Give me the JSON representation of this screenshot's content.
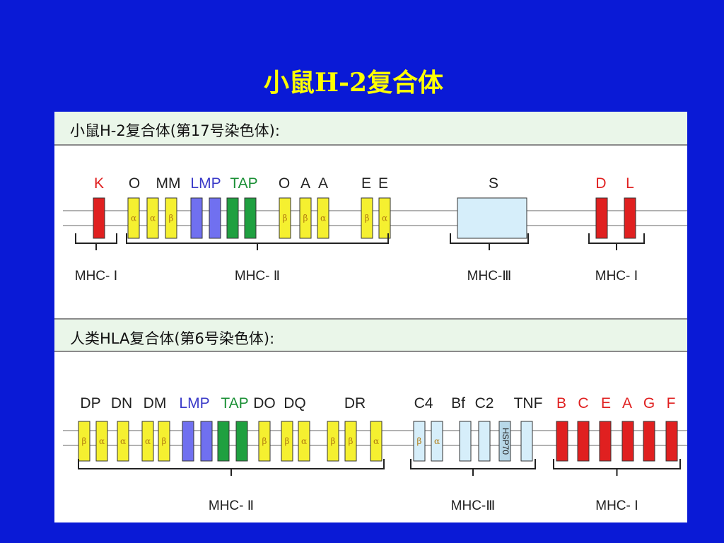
{
  "title": "小鼠H-2复合体",
  "colors": {
    "background": "#0a1ad6",
    "title": "#ffff00",
    "class_I": "#e02020",
    "class_II_alpha_beta": "#f5f030",
    "LMP": "#7070f0",
    "TAP": "#1fa040",
    "class_III": "#d6eefa"
  },
  "mouse": {
    "header": "小鼠H-2复合体(第17号染色体):",
    "labels": [
      {
        "text": "K",
        "color": "#e02020"
      },
      {
        "text": "O",
        "color": "#222222"
      },
      {
        "text": "MM",
        "color": "#222222"
      },
      {
        "text": "LMP",
        "color": "#3a3ac8"
      },
      {
        "text": "TAP",
        "color": "#1a8f35"
      },
      {
        "text": "O",
        "color": "#222222"
      },
      {
        "text": "A",
        "color": "#222222"
      },
      {
        "text": "A",
        "color": "#222222"
      },
      {
        "text": "E",
        "color": "#222222"
      },
      {
        "text": "E",
        "color": "#222222"
      },
      {
        "text": "S",
        "color": "#222222"
      },
      {
        "text": "D",
        "color": "#e02020"
      },
      {
        "text": "L",
        "color": "#e02020"
      }
    ],
    "genes": [
      {
        "glyph": "",
        "color": "#e02020"
      },
      {
        "glyph": "α",
        "color": "#f5f030"
      },
      {
        "glyph": "α",
        "color": "#f5f030"
      },
      {
        "glyph": "β",
        "color": "#f5f030"
      },
      {
        "glyph": "",
        "color": "#7070f0"
      },
      {
        "glyph": "",
        "color": "#7070f0"
      },
      {
        "glyph": "",
        "color": "#1fa040"
      },
      {
        "glyph": "",
        "color": "#1fa040"
      },
      {
        "glyph": "β",
        "color": "#f5f030"
      },
      {
        "glyph": "β",
        "color": "#f5f030"
      },
      {
        "glyph": "α",
        "color": "#f5f030"
      },
      {
        "glyph": "β",
        "color": "#f5f030"
      },
      {
        "glyph": "α",
        "color": "#f5f030"
      },
      {
        "glyph": "",
        "color": "#d6eefa"
      },
      {
        "glyph": "",
        "color": "#e02020"
      },
      {
        "glyph": "",
        "color": "#e02020"
      }
    ],
    "brackets": [
      "MHC- Ⅰ",
      "MHC- Ⅱ",
      "MHC-Ⅲ",
      "MHC- Ⅰ"
    ]
  },
  "human": {
    "header": "人类HLA复合体(第6号染色体):",
    "labels": [
      {
        "text": "DP",
        "color": "#222222"
      },
      {
        "text": "DN",
        "color": "#222222"
      },
      {
        "text": "DM",
        "color": "#222222"
      },
      {
        "text": "LMP",
        "color": "#3a3ac8"
      },
      {
        "text": "TAP",
        "color": "#1a8f35"
      },
      {
        "text": "DO",
        "color": "#222222"
      },
      {
        "text": "DQ",
        "color": "#222222"
      },
      {
        "text": "DR",
        "color": "#222222"
      },
      {
        "text": "C4",
        "color": "#222222"
      },
      {
        "text": "Bf",
        "color": "#222222"
      },
      {
        "text": "C2",
        "color": "#222222"
      },
      {
        "text": "TNF",
        "color": "#222222"
      },
      {
        "text": "B",
        "color": "#e02020"
      },
      {
        "text": "C",
        "color": "#e02020"
      },
      {
        "text": "E",
        "color": "#e02020"
      },
      {
        "text": "A",
        "color": "#e02020"
      },
      {
        "text": "G",
        "color": "#e02020"
      },
      {
        "text": "F",
        "color": "#e02020"
      }
    ],
    "genes": [
      {
        "glyph": "β",
        "color": "#f5f030"
      },
      {
        "glyph": "α",
        "color": "#f5f030"
      },
      {
        "glyph": "α",
        "color": "#f5f030"
      },
      {
        "glyph": "α",
        "color": "#f5f030"
      },
      {
        "glyph": "β",
        "color": "#f5f030"
      },
      {
        "glyph": "",
        "color": "#7070f0"
      },
      {
        "glyph": "",
        "color": "#7070f0"
      },
      {
        "glyph": "",
        "color": "#1fa040"
      },
      {
        "glyph": "",
        "color": "#1fa040"
      },
      {
        "glyph": "β",
        "color": "#f5f030"
      },
      {
        "glyph": "β",
        "color": "#f5f030"
      },
      {
        "glyph": "α",
        "color": "#f5f030"
      },
      {
        "glyph": "β",
        "color": "#f5f030"
      },
      {
        "glyph": "β",
        "color": "#f5f030"
      },
      {
        "glyph": "α",
        "color": "#f5f030"
      },
      {
        "glyph": "β",
        "color": "#d6eefa"
      },
      {
        "glyph": "α",
        "color": "#d6eefa"
      },
      {
        "glyph": "",
        "color": "#d6eefa"
      },
      {
        "glyph": "",
        "color": "#d6eefa"
      },
      {
        "glyph": "HSP70",
        "color": "#b8d8e8"
      },
      {
        "glyph": "",
        "color": "#d6eefa"
      },
      {
        "glyph": "",
        "color": "#e02020"
      },
      {
        "glyph": "",
        "color": "#e02020"
      },
      {
        "glyph": "",
        "color": "#e02020"
      },
      {
        "glyph": "",
        "color": "#e02020"
      },
      {
        "glyph": "",
        "color": "#e02020"
      },
      {
        "glyph": "",
        "color": "#e02020"
      }
    ],
    "brackets": [
      "MHC- Ⅱ",
      "MHC-Ⅲ",
      "MHC- Ⅰ"
    ]
  }
}
